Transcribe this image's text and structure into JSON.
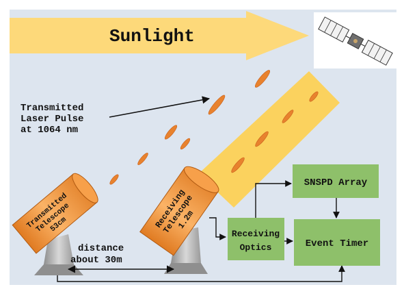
{
  "banner": {
    "label": "Sunlight"
  },
  "laser_label": {
    "line1": "Transmitted",
    "line2": "Laser Pulse",
    "line3": "at 1064 nm"
  },
  "transmit_telescope": {
    "line1": "Transmitted",
    "line2": "Telescope",
    "line3": "53cm"
  },
  "receive_telescope": {
    "line1": "Receiving",
    "line2": "Telescope",
    "line3": "1.2m"
  },
  "distance_label": {
    "line1": "distance",
    "line2": "about 30m"
  },
  "boxes": {
    "snspd": "SNSPD Array",
    "receiving_optics_line1": "Receiving",
    "receiving_optics_line2": "Optics",
    "event_timer": "Event Timer"
  },
  "colors": {
    "sunlight": "#fdd97a",
    "beam": "#fbd25e",
    "pulse": "#e8822e",
    "telescope": "#f7a04a",
    "box": "#8ec06a",
    "mount": "#b9b9b9"
  }
}
